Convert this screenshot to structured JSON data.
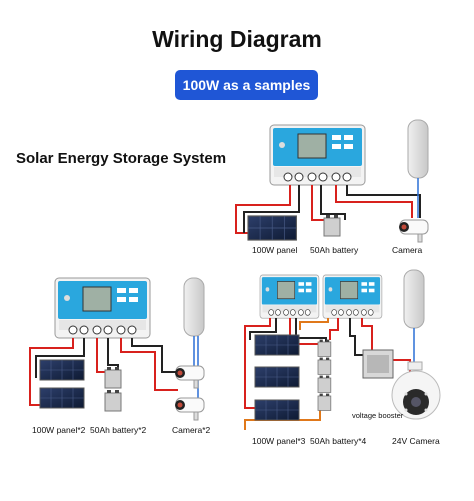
{
  "title": "Wiring Diagram",
  "badge": "100W as a samples",
  "subtitle": "Solar Energy Storage System",
  "colors": {
    "badge": "#1f56d6",
    "red_wire": "#d8211d",
    "black_wire": "#222222",
    "blue_wire": "#2b6fd6",
    "orange_wire": "#e0781a",
    "controller": "#2aa7de"
  },
  "diagram1": {
    "panel_label": "100W panel",
    "battery_label": "50Ah battery",
    "camera_label": "Camera"
  },
  "diagram2": {
    "panel_label": "100W panel*2",
    "battery_label": "50Ah battery*2",
    "camera_label": "Camera*2"
  },
  "diagram3": {
    "panel_label": "100W panel*3",
    "battery_label": "50Ah battery*4",
    "camera_label": "24V Camera",
    "booster_label": "voltage booster"
  }
}
